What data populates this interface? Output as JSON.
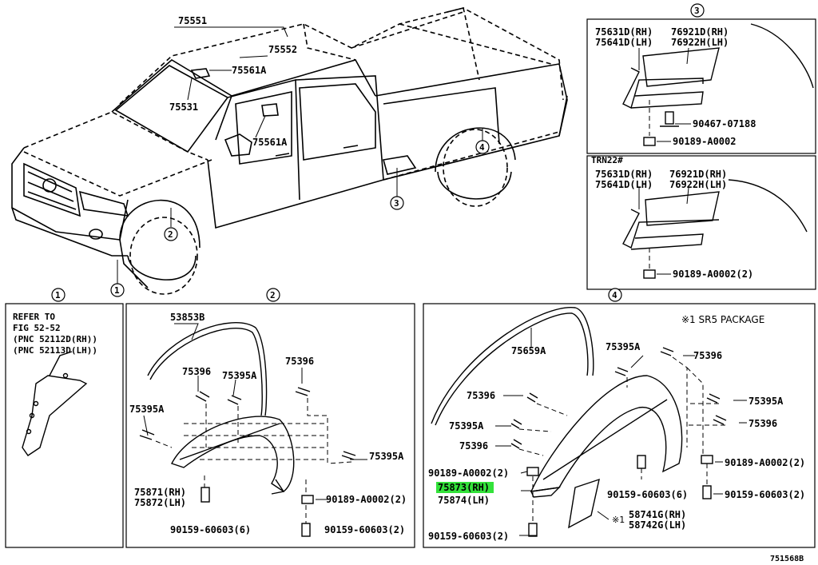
{
  "main_labels": {
    "l75551": "75551",
    "l75552": "75552",
    "l75561a_top": "75561A",
    "l75531": "75531",
    "l75561a_mid": "75561A",
    "call1": "1",
    "call2": "2",
    "call3": "3",
    "call4": "4"
  },
  "panel3": {
    "title": "3",
    "a1": "75631D(RH)",
    "a2": "75641D(LH)",
    "b1": "76921D(RH)",
    "b2": "76922H(LH)",
    "c1": "90467-07188",
    "c2": "90189-A0002",
    "variant": "TRN22#",
    "d1": "75631D(RH)",
    "d2": "75641D(LH)",
    "e1": "76921D(RH)",
    "e2": "76922H(LH)",
    "f1": "90189-A0002(2)"
  },
  "panel1": {
    "title": "1",
    "r1": "REFER TO",
    "r2": "FIG  52-52",
    "r3": "(PNC  52112D(RH))",
    "r4": "(PNC  52113D(LH))"
  },
  "panel2": {
    "title": "2",
    "p1": "53853B",
    "p2": "75396",
    "p3": "75395A",
    "p4": "75396",
    "p5": "75395A",
    "p6": "75395A",
    "p7": "75871(RH)",
    "p8": "75872(LH)",
    "p9": "90189-A0002(2)",
    "p10": "90159-60603(6)",
    "p11": "90159-60603(2)"
  },
  "panel4": {
    "title": "4",
    "note": "※1 SR5 PACKAGE",
    "q1": "75659A",
    "q2": "75395A",
    "q3": "75396",
    "q4": "75396",
    "q5": "75395A",
    "q6": "75395A",
    "q7": "75396",
    "q8": "75396",
    "q9": "90189-A0002(2)",
    "q10": "90189-A0002(2)",
    "q11": "75873(RH)",
    "q12": "75874(LH)",
    "q13": "90159-60603(6)",
    "q14": "90159-60603(2)",
    "q15": "※1",
    "q16": "58741G(RH)",
    "q17": "58742G(LH)",
    "q18": "90159-60603(2)"
  },
  "figure_id": "751568B",
  "colors": {
    "highlight": "#33e23a",
    "ink": "#000000"
  }
}
